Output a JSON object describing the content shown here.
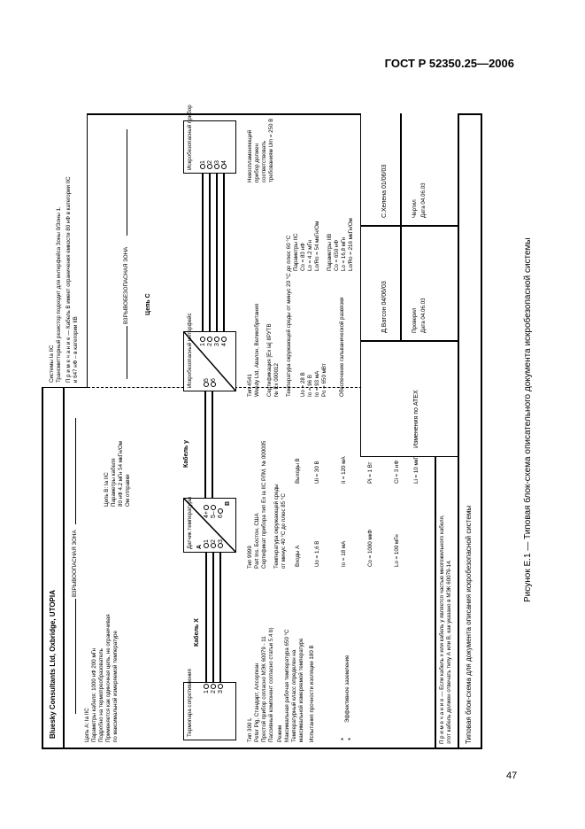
{
  "header": {
    "standard": "ГОСТ Р 52350.25—2006"
  },
  "page_number": "47",
  "caption": "Рисунок Е.1 — Типовая блок-схема описательного документа искробезопасной системы",
  "title_bar": "Bluesky Consultants Ltd, Oxbridge, UTOPIA",
  "zone_haz": "ВЗРЫВООПАСНАЯ ЗОНА",
  "zone_safe": "ВЗРЫВОБЕЗОПАСНАЯ ЗОНА",
  "circuit_c": "Цепь С",
  "sensor": {
    "title": "Термопара сопротивления",
    "terms": [
      "1",
      "2",
      "3"
    ]
  },
  "cable_x": "Кабель X",
  "cable_y": "Кабель у",
  "transmitter": {
    "title": "Датчик температуры",
    "a": "A",
    "b": "B",
    "left_terms": [
      "1",
      "2",
      "3"
    ],
    "right_terms": [
      "4+",
      "5–",
      "6"
    ]
  },
  "isolator": {
    "title": "Искробезопасный интерфейс",
    "left_terms": [
      "5",
      "6"
    ],
    "right_terms": [
      "1",
      "2",
      "3",
      "4"
    ]
  },
  "instrument": {
    "title": "Искробезопасный прибор",
    "terms": [
      "1",
      "2",
      "3",
      "4"
    ]
  },
  "circuit_a_notes": [
    "Цепь А: Ia IIC",
    "Параметры кабеля: 1000 нФ 200 мГн",
    "Подробно на термопреобразователь",
    "Применяется как одиночная цепь, не ограничивая",
    "по максимальной измеряемой температуре"
  ],
  "circuit_b_notes": [
    "Цепь В: Ia IIC",
    "Параметры кабеля",
    "80 нФ 4.2 мГн 54 мкГн/Ом",
    "Ом отправки"
  ],
  "safe_notes": [
    "Системы Ia IIC",
    "Трансмиттерный резистор подходит для интерфейса Зоны 0/Зоны 1.",
    "П р и м е ч а н и е — Кабель B имеет ограничения емкости 80 нФ в категории IIC",
    "и 647 нФ – в категории IIB"
  ],
  "sensor_spec": [
    "Тип 300 L",
    "Peter Pig, Стандарт, Алсоргиан",
    "Простой прибор согласно МЭК 60079 - 11",
    "Пассивный компонент согласно статьи 5.4 b)",
    "Режим",
    "Максимальная рабочая температура 650 °С",
    "Температурный класс определен на",
    "максимальной измеряемой температуре",
    "Испытания прочности изоляции 180 В"
  ],
  "sensor_foot": "Эффективное заземление",
  "transmitter_spec": [
    "Тип 9999",
    "Part Ins. Бостон, США",
    "Сертификат прибора тип Ex ia IIC РЛМ, № 000005",
    "",
    "Температура окружающей среды",
    "от минус 40 °С до плюс 85 °С"
  ],
  "transmitter_inputs": {
    "col_a_title": "Входы A",
    "col_b_title": "Выходы B",
    "col_a": [
      "Uo = 1,6 В",
      "Io = 18 мА",
      "Co = 1000 мкФ",
      "Lo = 100 мГн"
    ],
    "col_b": [
      "Ui = 30 В",
      "Ii = 120 мА",
      "Pi = 1 Вт",
      "Ci = 3 нФ",
      "Li = 10 мкГн"
    ]
  },
  "isolator_spec": [
    "Тип 4541",
    "Wendy Ltd, Авалон, Великобритания",
    "",
    "Сертификация [Ex ia] IIРУТВ",
    "№ Ex 000012",
    "",
    "Температура окружающей среды от минус 20 °С до плюс 60 °С",
    "",
    "Uo = 28 В",
    "Io = 96 В",
    "Io = 93 мА",
    "Po = 650 мВт",
    "",
    "Обеспечение гальванической развязки"
  ],
  "isolator_params": {
    "col1_title": "Параметры IIC",
    "col1": [
      "Co = 83 нФ",
      "Lo = 4.2 мГн",
      "Lo/Ro = 54 мкГн/Ом"
    ],
    "col2_title": "Параметры IIB",
    "col2": [
      "Co = 650 нФ",
      "Lo = 16,8 мГн",
      "Lo/Ro = 216 мкГн/Ом"
    ]
  },
  "instrument_spec": [
    "Невоспламеняющий",
    "прибор должен",
    "соответствовать",
    "требованиям Um = 250 В"
  ],
  "bottom_note": [
    "П р и м е ч а н и е — Если кабель x или кабель у является частью многожильного кабеля,",
    "этот кабель должен отвечать типу А или В, как указано в МЭК 60079-14."
  ],
  "footer_title": "Типовая блок-схема для документа описания искробезопасной системы",
  "approval": {
    "changes": "Изменения по ATEX",
    "author": "Д.Ватсон 04/06/03",
    "checked": "Проверил",
    "checked_date": "Дата 04.06.03",
    "drawn": "С.Хелена 01/06/03",
    "drawing": "Чертил",
    "drawing_date": "Дата 04.06.03"
  }
}
